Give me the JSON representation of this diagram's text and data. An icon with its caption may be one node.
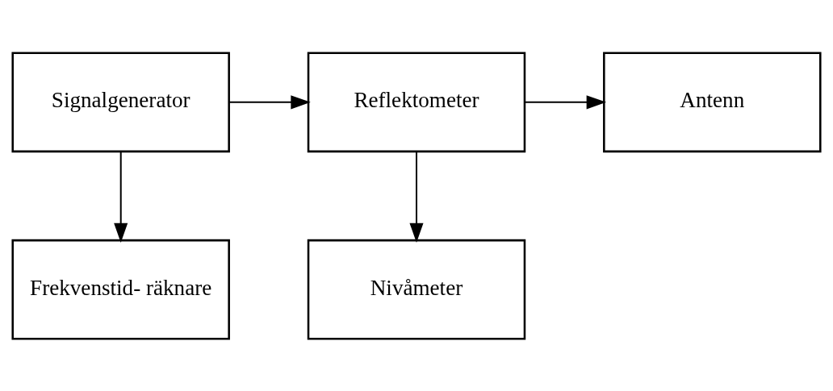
{
  "diagram": {
    "nodes": [
      {
        "text": [
          "Signalgenerator"
        ]
      },
      {
        "text": [
          "Reflektometer"
        ]
      },
      {
        "text": [
          "Antenn"
        ]
      },
      {
        "text": [
          "Frekvenstid- räknare"
        ]
      },
      {
        "text": [
          "Nivåmeter"
        ]
      }
    ],
    "edges": [
      {
        "from": 0,
        "to": 1,
        "arrow": "to"
      },
      {
        "from": 0,
        "to": 3,
        "arrow": "to"
      },
      {
        "from": 1,
        "to": 2,
        "arrow": "to"
      },
      {
        "from": 1,
        "to": 4,
        "arrow": "to"
      }
    ]
  }
}
